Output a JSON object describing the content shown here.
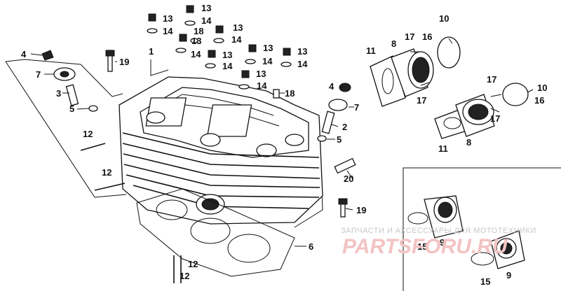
{
  "diagram": {
    "callouts": {
      "c1": "1",
      "c2": "2",
      "c3": "3",
      "c4": "4",
      "c5": "5",
      "c6": "6",
      "c7": "7",
      "c8": "8",
      "c9": "9",
      "c10": "10",
      "c11": "11",
      "c12": "12",
      "c13": "13",
      "c14": "14",
      "c15": "15",
      "c16": "16",
      "c17": "17",
      "c18": "18",
      "c19": "19",
      "c20": "20"
    },
    "watermark": {
      "line1": "ЗАПЧАСТИ И АКСЕССУАРЫ ДЛЯ МОТОТЕХНИКИ",
      "logo": "PARTSFORU.RU"
    }
  },
  "colors": {
    "ink": "#111111",
    "watermark_text": "#c8c8c8",
    "watermark_logo": "#f3c3c3"
  }
}
